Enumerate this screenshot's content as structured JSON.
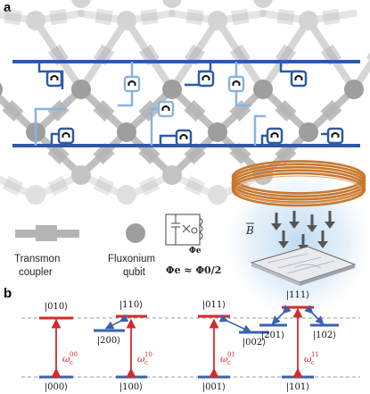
{
  "panel_a": {
    "label": "a",
    "legend": {
      "transmon_line1": "Transmon",
      "transmon_line2": "coupler",
      "fluxonium_line1": "Fluxonium",
      "fluxonium_line2": "qubit",
      "flux_symbol": "Φe",
      "flux_condition": "Φe ≈ Φ0/2",
      "field_label": "B"
    },
    "colors": {
      "dark_blue": "#2e5aa8",
      "light_blue": "#8ab4dc",
      "coupler_gray": "#b4b4b4",
      "qubit_gray": "#9e9e9e",
      "coil": "#c8782d",
      "field_glow": "#bcd8ef",
      "arrow": "#555555"
    }
  },
  "panel_b": {
    "label": "b",
    "colors": {
      "red": "#d42b2b",
      "blue": "#3a62b0",
      "dash": "#9a9a9a"
    },
    "groups": [
      {
        "top": "|010⟩",
        "bottom": "|000⟩",
        "freq": "ω",
        "sup": "00",
        "side": "|200⟩"
      },
      {
        "top": "|110⟩",
        "bottom": "|100⟩",
        "freq": "ω",
        "sup": "10",
        "side": "|200⟩"
      },
      {
        "top": "|011⟩",
        "bottom": "|001⟩",
        "freq": "ω",
        "sup": "01",
        "side": "|002⟩"
      },
      {
        "top": "|111⟩",
        "bottom": "|101⟩",
        "freq": "ω",
        "sup": "11",
        "side_left": "|201⟩",
        "side_right": "|102⟩"
      }
    ],
    "subscript_c": "c"
  }
}
